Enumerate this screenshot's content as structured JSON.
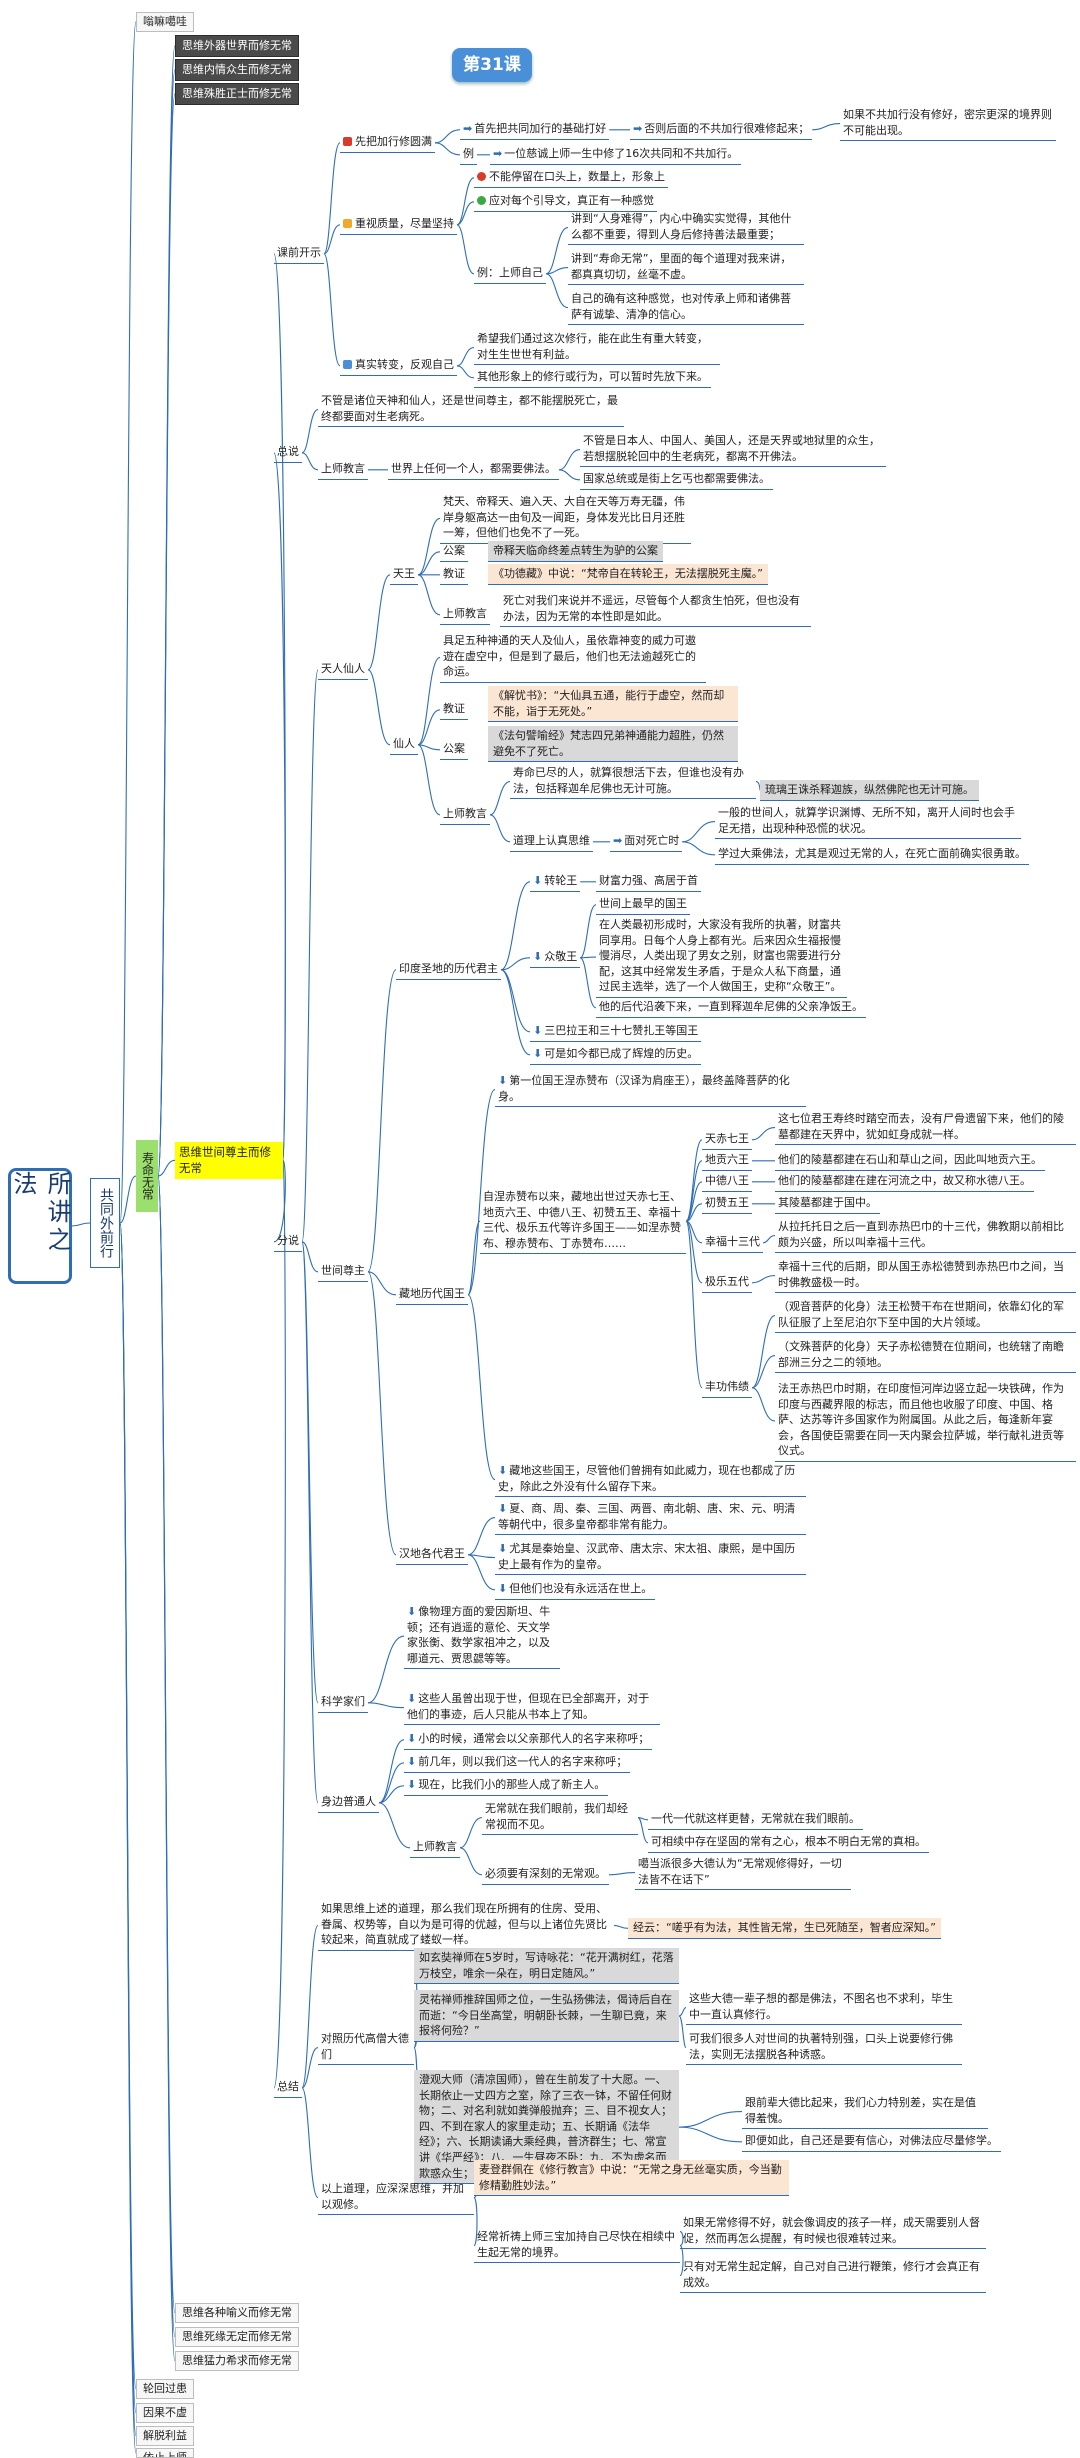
{
  "root": {
    "title": "所讲之法"
  },
  "branch": {
    "title": "共同外前行"
  },
  "life": {
    "title": "寿命无常"
  },
  "top_tags": [
    "嗡嘛噶哇",
    "思维外器世界而修无常",
    "思维内情众生而修无常",
    "思维殊胜正士而修无常"
  ],
  "lesson": "第31课",
  "highlight": "思维世间尊主而修无常",
  "bottom_tags": [
    "思维各种喻义而修无常",
    "思维死缘无定而修无常",
    "思维猛力希求而修无常"
  ],
  "left_tags": [
    "轮回过患",
    "因果不虚",
    "解脱利益",
    "依止上师"
  ],
  "intro": {
    "label": "课前开示",
    "a": "先把加行修圆满",
    "a1": "首先把共同加行的基础打好",
    "a2": "否则后面的不共加行很难修起来；",
    "a3": "如果不共加行没有修好，密宗更深的境界则不可能出现。",
    "a_ex": "例",
    "a_ex_text": "一位慈诚上师一生中修了16次共同和不共加行。",
    "b": "重视质量，尽量坚持",
    "b1": "不能停留在口头上，数量上，形象上",
    "b2": "应对每个引导文，真正有一种感觉",
    "b_ex": "例：上师自己",
    "b_ex1": "讲到“人身难得”，内心中确实实觉得，其他什么都不重要，得到人身后修持善法最重要；",
    "b_ex2": "讲到“寿命无常”，里面的每个道理对我来讲，都真真切切，丝毫不虚。",
    "b_ex3": "自己的确有这种感觉，也对传承上师和诸佛菩萨有诚挚、清净的信心。",
    "c": "真实转变，反观自己",
    "c1": "希望我们通过这次修行，能在此生有重大转变，对生生世世有利益。",
    "c2": "其他形象上的修行或行为，可以暂时先放下来。"
  },
  "summary": {
    "label": "总说",
    "text": "不管是诸位天神和仙人，还是世间尊主，都不能摆脱死亡，最终都要面对生老病死。",
    "teach": "上师教言",
    "teach_a": "世界上任何一个人，都需要佛法。",
    "teach_b": "不管是日本人、中国人、美国人，还是天界或地狱里的众生，若想摆脱轮回中的生老病死，都离不开佛法。",
    "teach_c": "国家总统或是街上乞丐也都需要佛法。"
  },
  "detail": {
    "label": "分说",
    "gods": {
      "label": "天人仙人",
      "tianwang": "天王",
      "tw_text": "梵天、帝释天、遍入天、大自在天等万寿无疆，伟岸身躯高达一由旬及一闻距，身体发光比日月还胜一筹，但他们也免不了一死。",
      "tw_gongan": "公案",
      "tw_gongan_text": "帝释天临命终差点转生为驴的公案",
      "tw_jiaozheng": "教证",
      "tw_jiaozheng_text": "《功德藏》中说：“梵帝自在转轮王，无法摆脱死主魔。”",
      "tw_teach": "上师教言",
      "tw_teach_text": "死亡对我们来说并不遥远，尽管每个人都贪生怕死，但也没有办法，因为无常的本性即是如此。",
      "xianren": "仙人",
      "xr_text": "具足五种神通的天人及仙人，虽依靠神变的威力可遨遊在虚空中，但是到了最后，他们也无法逾越死亡的命运。",
      "xr_jiaozheng": "教证",
      "xr_jiaozheng_text": "《解忧书》：“大仙具五通，能行于虚空，然而却不能，诣于无死处。”",
      "xr_gongan": "公案",
      "xr_gongan_text": "《法句譬喻经》梵志四兄弟神通能力超胜，仍然避免不了死亡。",
      "xr_teach": "上师教言",
      "xr_teach_text": "寿命已尽的人，就算很想活下去，但谁也没有办法，包括释迦牟尼佛也无计可施。",
      "xr_teach_quote": "琉璃王诛杀释迦族，纵然佛陀也无计可施。",
      "xr_reason": "道理上认真思维",
      "xr_face": "面对死亡时",
      "xr_face1": "一般的世间人，就算学识渊博、无所不知，离开人间时也会手足无措，出现种种恐慌的状况。",
      "xr_face2": "学过大乘佛法，尤其是观过无常的人，在死亡面前确实很勇敢。"
    },
    "lords": {
      "label": "世间尊主",
      "india": "印度圣地的历代君主",
      "in1": "转轮王",
      "in1_a": "财富力强、高居于首",
      "in2": "众敬王",
      "in2_a": "世间上最早的国王",
      "in2_b": "在人类最初形成时，大家没有我所的执著，财富共同享用。日每个人身上都有光。后来因众生福报慢慢消尽，人类出现了男女之别，财富也需要进行分配，这其中经常发生矛盾，于是众人私下商量，通过民主选举，选了一个人做国王，史称“众敬王”。",
      "in2_c": "他的后代沿袭下来，一直到释迦牟尼佛的父亲净饭王。",
      "in3": "三巴拉王和三十七赞扎王等国王",
      "in4": "可是如今都已成了辉煌的历史。",
      "tibet": "藏地历代国王",
      "tb_first": "第一位国王涅赤赞布（汉译为肩座王），最终盖降菩萨的化身。",
      "tb_list": "自涅赤赞布以来，藏地出世过天赤七王、地贡六王、中德八王、初赞五王、幸福十三代、极乐五代等许多国王——如涅赤赞布、穆赤赞布、丁赤赞布……",
      "tb_r1": "天赤七王",
      "tb_r1t": "这七位君王寿终时踏空而去，没有尸骨遗留下来，他们的陵墓都建在天界中，犹如虹身成就一样。",
      "tb_r2": "地贡六王",
      "tb_r2t": "他们的陵墓都建在石山和草山之间，因此叫地贡六王。",
      "tb_r3": "中德八王",
      "tb_r3t": "他们的陵墓都建在建在河流之中，故又称水德八王。",
      "tb_r4": "初赞五王",
      "tb_r4t": "其陵墓都建于国中。",
      "tb_r5": "幸福十三代",
      "tb_r5t": "从拉托托日之后一直到赤热巴巾的十三代，佛教期以前相比颇为兴盛，所以叫幸福十三代。",
      "tb_r6": "极乐五代",
      "tb_r6t": "幸福十三代的后期，即从国王赤松德赞到赤热巴巾之间，当时佛教盛极一时。",
      "tb_r7": "丰功伟绩",
      "tb_r7a": "（观音菩萨的化身）法王松赞干布在世期间，依靠幻化的军队征服了上至尼泊尔下至中国的大片领域。",
      "tb_r7b": "（文殊菩萨的化身）天子赤松德赞在位期间，也统辖了南瞻部洲三分之二的领地。",
      "tb_r7c": "法王赤热巴巾时期，在印度恒河岸边竖立起一块铁碑，作为印度与西藏界限的标志，而且他也收服了印度、中国、格萨、达苏等许多国家作为附属国。从此之后，每逢新年宴会，各国使臣需要在同一天内聚会拉萨城，举行献礼进贡等仪式。",
      "tb_end": "藏地这些国王，尽管他们曾拥有如此威力，现在也都成了历史，除此之外没有什么留存下来。",
      "han": "汉地各代君王",
      "han1": "夏、商、周、秦、三国、两晋、南北朝、唐、宋、元、明清等朝代中，很多皇帝都非常有能力。",
      "han2": "尤其是秦始皇、汉武帝、唐太宗、宋太祖、康熙，是中国历史上最有作为的皇帝。",
      "han3": "但他们也没有永远活在世上。"
    },
    "sci": {
      "label": "科学家们",
      "a": "像物理方面的爱因斯坦、牛顿；还有逍遥的意伦、天文学家张衡、数学家祖冲之，以及哪道元、贾思勰等等。",
      "b": "这些人虽曾出现于世，但现在已全部离开，对于他们的事迹，后人只能从书本上了知。"
    },
    "people": {
      "label": "身边普通人",
      "a": "小的时候，通常会以父亲那代人的名字来称呼；",
      "b": "前几年，则以我们这一代人的名字来称呼；",
      "c": "现在，比我们小的那些人成了新主人。",
      "teach": "上师教言",
      "t1": "无常就在我们眼前，我们却经常视而不见。",
      "t1a": "一代一代就这样更替，无常就在我们眼前。",
      "t1b": "可相续中存在坚固的常有之心，根本不明白无常的真相。",
      "t2": "必须要有深刻的无常观。",
      "t2a": "噶当派很多大德认为“无常观修得好，一切法皆不在话下”"
    }
  },
  "conclusion": {
    "label": "总结",
    "text": "如果思维上述的道理，那么我们现在所拥有的住房、受用、眷属、权势等，自以为是可得的优越，但与以上诸位先贤比较起来，简直就成了蝼蚁一样。",
    "quote": "经云：“嗟乎有为法，其性皆无常，生已死随至，智者应深知。”",
    "masters": "对照历代高僧大德们",
    "m1": "如玄奘禅师在5岁时，写诗咏花：“花开满树红，花落万枝空，唯余一朵在，明日定随风。”",
    "m2": "灵祐禅师推辞国师之位，一生弘扬佛法，偈诗后自在而逝：“今日坐高堂，明朝卧长棘，一生聊已竟，来报将何殓？”",
    "m2a": "这些大德一辈子想的都是佛法，不图名也不求利，毕生中一直认真修行。",
    "m2b": "可我们很多人对世间的执著特别强，口头上说要修行佛法，实则无法摆脱各种诱惑。",
    "m3": "澄观大师（清凉国师），曾在生前发了十大愿。一、长期依止一丈四方之室，除了三衣一钵，不留任何财物；二、对名利就如粪弹般抛弃；三、目不视女人；四、不到在家人的家里走动；五、长期诵《法华经》；六、长期读诵大乘经典，普济群生；七、常宣讲《华严经》；八、一生昼夜不卧；九、不为虚名而欺惑众生；十、不退失慈悲普度心。",
    "m3a": "跟前辈大德比起来，我们心力特别差，实在是值得羞愧。",
    "m3b": "即便如此，自己还是要有信心，对佛法应尽量修学。",
    "practice": "以上道理，应深深思维，并加以观修。",
    "p1": "麦登群佩在《修行教言》中说：“无常之身无丝毫实质，今当勤修精勤胜妙法。”",
    "p2": "经常祈祷上师三宝加持自己尽快在相续中生起无常的境界。",
    "p2a": "如果无常修得不好，就会像调皮的孩子一样，成天需要别人督促，然而再怎么提醒，有时候也很难转过来。",
    "p2b": "只有对无常生起定解，自己对自己进行鞭策，修行才会真正有成效。"
  },
  "colors": {
    "line": "#2f6eb5",
    "root_border": "#2f6eb5",
    "highlight": "#ffff00",
    "life": "#9be06d",
    "badge": "#4a90d9"
  }
}
